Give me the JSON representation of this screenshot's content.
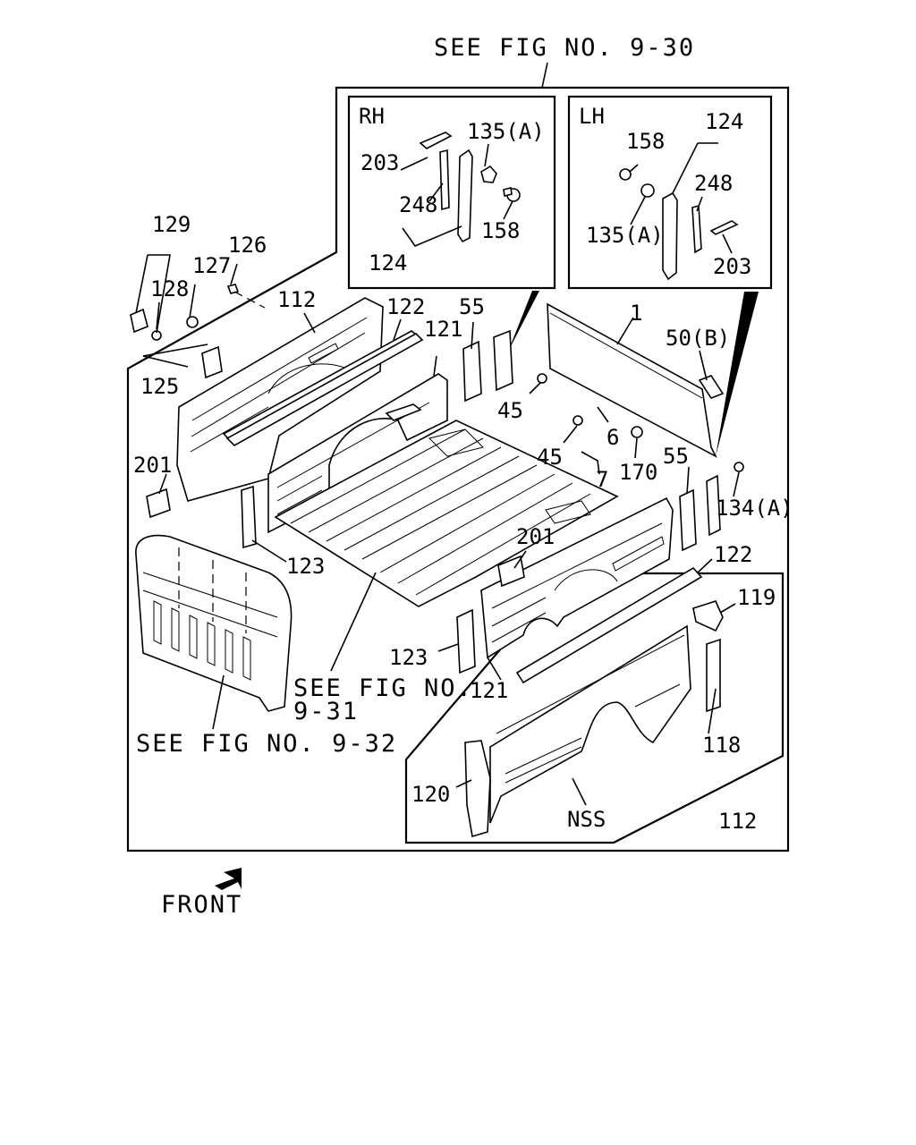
{
  "references": {
    "fig_9_30": "SEE FIG NO. 9-30",
    "fig_9_31_line1": "SEE FIG NO.",
    "fig_9_31_line2": "9-31",
    "fig_9_32": "SEE FIG NO. 9-32"
  },
  "insets": {
    "rh_title": "RH",
    "lh_title": "LH"
  },
  "front_label": "FRONT",
  "callouts": {
    "rh_203": "203",
    "rh_135a": "135(A)",
    "rh_248": "248",
    "rh_158": "158",
    "rh_124": "124",
    "lh_124": "124",
    "lh_158": "158",
    "lh_248": "248",
    "lh_135a": "135(A)",
    "lh_203": "203",
    "c129": "129",
    "c126": "126",
    "c127": "127",
    "c128": "128",
    "c112_top": "112",
    "c122_top": "122",
    "c121_top": "121",
    "c55_left": "55",
    "c1": "1",
    "c50b": "50(B)",
    "c125": "125",
    "c45_a": "45",
    "c45_b": "45",
    "c6": "6",
    "c7": "7",
    "c170": "170",
    "c55_right": "55",
    "c201_left": "201",
    "c134a": "134(A)",
    "c123_left": "123",
    "c201_mid": "201",
    "c122_right": "122",
    "c119": "119",
    "c123_bottom": "123",
    "c121_bottom": "121",
    "c118": "118",
    "c120": "120",
    "nss": "NSS",
    "c112_bottom": "112"
  }
}
